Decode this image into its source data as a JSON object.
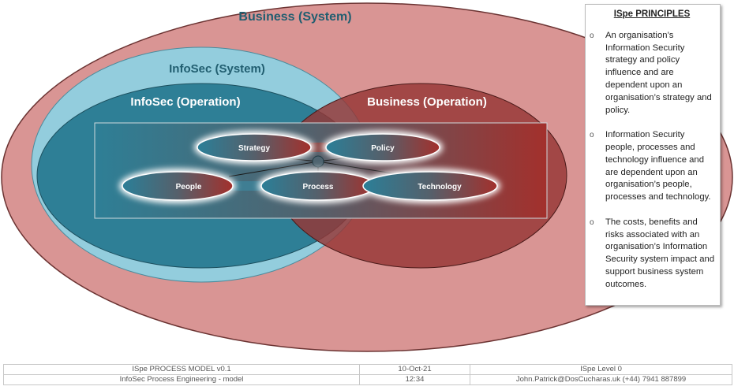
{
  "diagram": {
    "business_system": "Business (System)",
    "infosec_system": "InfoSec (System)",
    "infosec_operation": "InfoSec (Operation)",
    "business_operation": "Business (Operation)",
    "nodes": {
      "strategy": "Strategy",
      "policy": "Policy",
      "people": "People",
      "process": "Process",
      "technology": "Technology"
    },
    "colors": {
      "business_system": "#d99594",
      "infosec_system": "#93cddd",
      "infosec_operation": "#2e7f96",
      "business_operation": "#963634"
    }
  },
  "principles": {
    "title": "ISpe PRINCIPLES",
    "bullet": "o",
    "items": [
      "An organisation’s Information Security strategy and policy influence and are dependent upon an organisation’s strategy and policy.",
      "Information Security people, processes and technology influence and are dependent upon an organisation’s people, processes and technology.",
      "The costs, benefits and risks associated with an organisation’s Information Security system impact and support business system outcomes."
    ]
  },
  "footer": {
    "row1": [
      "ISpe PROCESS MODEL v0.1",
      "10-Oct-21",
      "ISpe Level 0"
    ],
    "row2": [
      "InfoSec Process Engineering - model",
      "12:34",
      "John.Patrick@DosCucharas.uk (+44) 7941 887899"
    ]
  }
}
